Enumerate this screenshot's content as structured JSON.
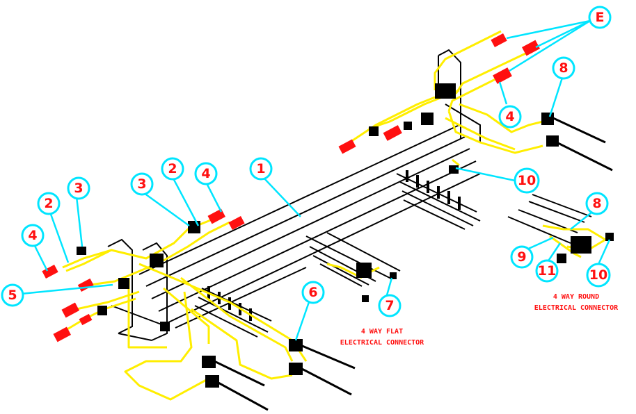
{
  "callouts": [
    {
      "label": "E"
    },
    {
      "label": "8"
    },
    {
      "label": "4"
    },
    {
      "label": "1"
    },
    {
      "label": "10"
    },
    {
      "label": "2"
    },
    {
      "label": "4"
    },
    {
      "label": "3"
    },
    {
      "label": "2"
    },
    {
      "label": "3"
    },
    {
      "label": "4"
    },
    {
      "label": "5"
    },
    {
      "label": "6"
    },
    {
      "label": "7"
    },
    {
      "label": "8"
    },
    {
      "label": "9"
    },
    {
      "label": "11"
    },
    {
      "label": "10"
    }
  ],
  "notes": [
    {
      "line1": "4 WAY FLAT",
      "line2": "ELECTRICAL CONNECTOR"
    },
    {
      "line1": "4 WAY ROUND",
      "line2": "ELECTRICAL CONNECTOR"
    }
  ],
  "colors": {
    "wire": "#ffee00",
    "callout": "#00e5ff",
    "label": "#ff1010",
    "frame": "#000000"
  }
}
